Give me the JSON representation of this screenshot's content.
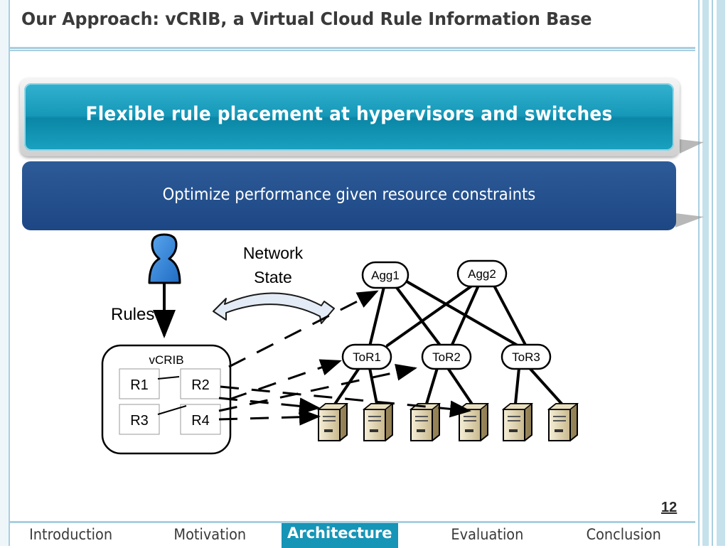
{
  "slide": {
    "title": "Our Approach: vCRIB, a Virtual Cloud Rule Information Base",
    "page_number": "12"
  },
  "banner": {
    "headline": "Flexible rule placement at hypervisors and switches",
    "subline": "Optimize performance given resource constraints"
  },
  "diagram": {
    "network_state_label": [
      "Network",
      "State"
    ],
    "rules_label": "Rules",
    "vcrib_label": "vCRIB",
    "rule_boxes": [
      "R1",
      "R2",
      "R3",
      "R4"
    ],
    "agg_switches": [
      "Agg1",
      "Agg2"
    ],
    "tor_switches": [
      "ToR1",
      "ToR2",
      "ToR3"
    ],
    "server_count": 6
  },
  "nav": {
    "items": [
      "Introduction",
      "Motivation",
      "Architecture",
      "Evaluation",
      "Conclusion"
    ],
    "active": "Architecture"
  },
  "colors": {
    "accent_teal": "#1695b7",
    "banner_blue": "#1d4784",
    "user_icon": "#2f7fd6",
    "frame": "#a9cfe0"
  }
}
